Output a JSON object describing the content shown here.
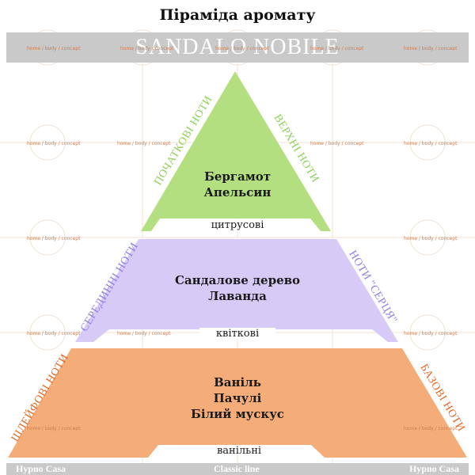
{
  "title": "Піраміда аромату",
  "product_name": "SANDALO NOBILE",
  "watermark": "home / body / concept",
  "footer": {
    "left": "Hypno Casa",
    "center": "Classic line",
    "right": "Hypno Casa"
  },
  "top_tier": {
    "notes": [
      "Бергамот",
      "Апельсин"
    ],
    "left_label": "ПОЧАТКОВІ НОТИ",
    "right_label": "ВЕРХНІ НОТИ",
    "family": "цитрусові",
    "color": "#b4df80",
    "label_color": "#8fcf5a"
  },
  "middle_tier": {
    "notes": [
      "Сандалове дерево",
      "Лаванда"
    ],
    "left_label": "СЕРЕДИННІ НОТИ",
    "right_label": "НОТИ \"СЕРЦЯ\"",
    "family": "квіткові",
    "color": "#d8caf7",
    "label_color": "#8d7fe0"
  },
  "bottom_tier": {
    "notes": [
      "Ваніль",
      "Пачулі",
      "Білий мускус"
    ],
    "left_label": "ШЛЕЙФОВІ НОТИ",
    "right_label": "БАЗОВІ НОТИ",
    "family": "ванільні",
    "color": "#f4ad79",
    "label_color": "#e06a28"
  },
  "colors": {
    "banner": "#c9c9c9",
    "watermark": "#c97d54"
  }
}
